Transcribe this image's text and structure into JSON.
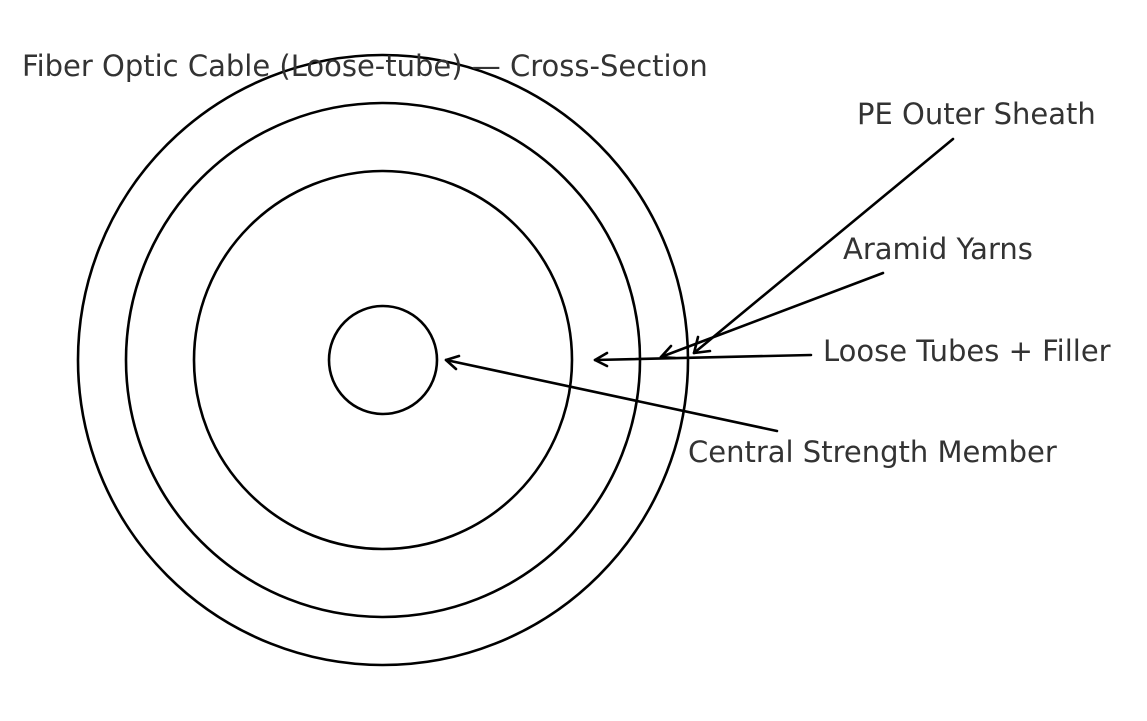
{
  "diagram": {
    "title": "Fiber Optic Cable (Loose-tube) — Cross-Section",
    "labels": {
      "pe_outer_sheath": "PE Outer Sheath",
      "aramid_yarns": "Aramid Yarns",
      "loose_tubes_filler": "Loose Tubes + Filler",
      "central_strength_member": "Central Strength Member"
    },
    "layers": [
      "PE Outer Sheath",
      "Aramid Yarns",
      "Loose Tubes + Filler",
      "Central Strength Member"
    ],
    "colors": {
      "stroke": "#000000",
      "text": "#333333",
      "background": "#ffffff"
    }
  }
}
